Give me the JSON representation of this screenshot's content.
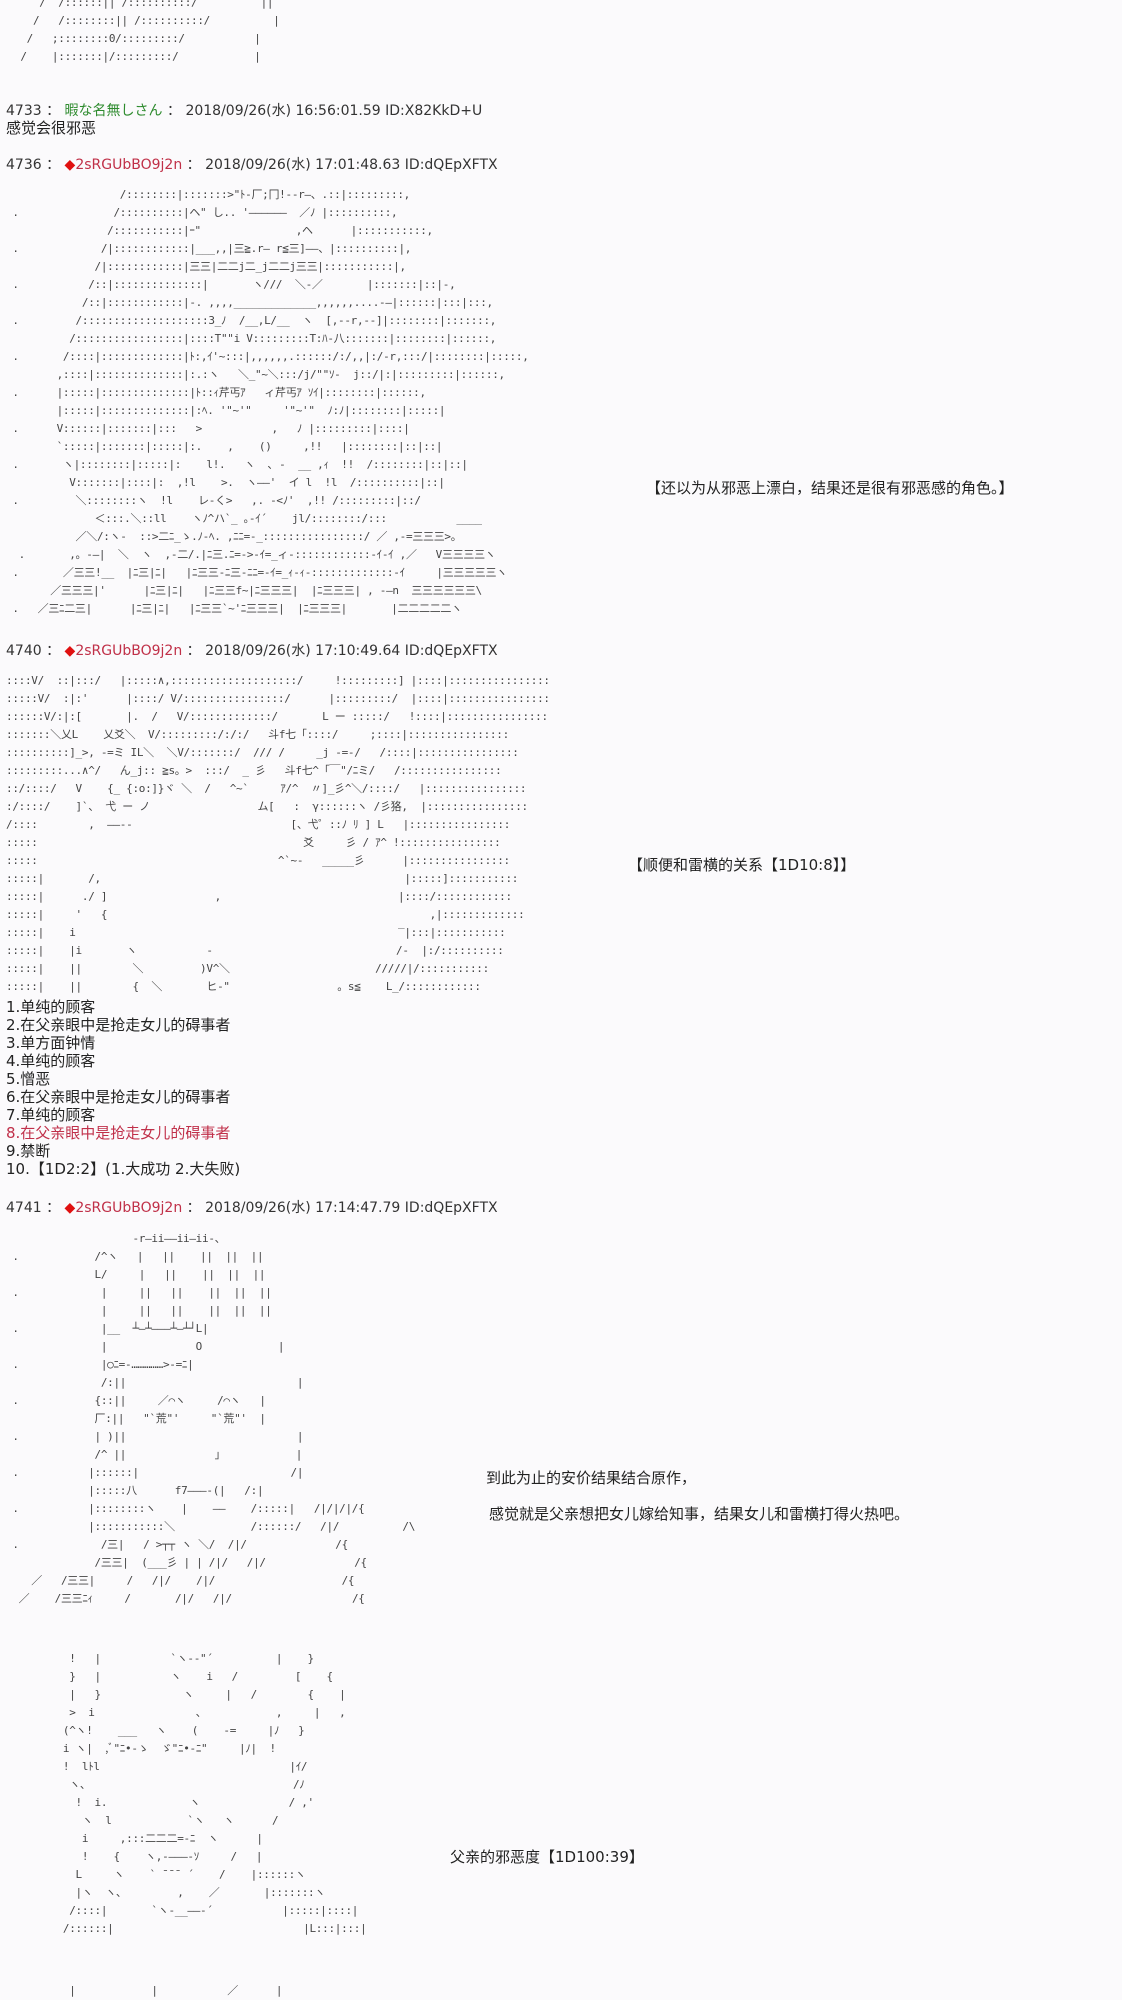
{
  "posts": [
    {
      "number": "4733",
      "sep": " ： ",
      "name": "暇な名無しさん",
      "datetime": "2018/09/26(水) 16:56:01.59",
      "id": "ID:X82KkD+U",
      "text": "感觉会很邪恶"
    },
    {
      "number": "4736",
      "sep": " ： ",
      "trip_icon": "◆",
      "name": "2sRGUbBO9j2n",
      "datetime": "2018/09/26(水) 17:01:48.63",
      "id": "ID:dQEpXFTX",
      "caption": "【还以为从邪恶上漂白，结果还是很有邪恶感的角色。】"
    },
    {
      "number": "4740",
      "sep": " ： ",
      "trip_icon": "◆",
      "name": "2sRGUbBO9j2n",
      "datetime": "2018/09/26(水) 17:10:49.64",
      "id": "ID:dQEpXFTX",
      "caption": "【顺便和雷横的关系【1D10:8】】",
      "list": [
        "1.单纯的顾客",
        "2.在父亲眼中是抢走女儿的碍事者",
        "3.单方面钟情",
        "4.单纯的顾客",
        "5.憎恶",
        "6.在父亲眼中是抢走女儿的碍事者",
        "7.单纯的顾客",
        "8.在父亲眼中是抢走女儿的碍事者",
        "9.禁断",
        "10.【1D2:2】(1.大成功  2.大失败)"
      ],
      "highlight_color": "#c0304a"
    },
    {
      "number": "4741",
      "sep": " ： ",
      "trip_icon": "◆",
      "name": "2sRGUbBO9j2n",
      "datetime": "2018/09/26(水) 17:14:47.79",
      "id": "ID:dQEpXFTX",
      "caption1": "到此为止的安价结果结合原作，",
      "caption2": "感觉就是父亲想把女儿嫁给知事，结果女儿和雷横打得火热吧。",
      "caption3": "父亲的邪恶度【1D100:39】"
    }
  ],
  "aa": {
    "top": "    /  /::::::|| /::::::::::/          ||\n   /   /::::::::|| /::::::::::/          |\n  /   ;::::::::0/:::::::::/           |\n /    |:::::::|/:::::::::/            |",
    "a1": "                  /::::::::|:::::::>\"ﾄ-厂;冂!--r―、.::|:::::::::,\n .               /::::::::::|ヘ\" し.. '――――――  ／ﾉ |::::::::::,\n                /:::::::::::|ｰ\"               ,ヘ      |:::::::::::,\n .             /|::::::::::::|___,,|三≧.r― r≦三]――、|::::::::::|,\n              /|::::::::::::|三三|二二j二_j二二j三三|:::::::::::|,\n .           /::|::::::::::::::|       ヽ///  ＼-／       |:::::::|::|-,\n            /::|::::::::::::|-. ,,,,_____________,,,,,,....-―|::::::|:::|:::,\n .         /::::::::::::::::::::3_ﾉ  /__,L/__  ヽ  [,-‐r,--]|::::::::|:::::::,\n          /:::::::::::::::::|::::T\"\"i V:::::::::T:ﾊ-八:::::::|::::::::|::::::,\n .       /::::|:::::::::::::|ﾄ:,ｲ'~:::|,,,,,,.::::::/:/,,|:/-r,:::/|::::::::|:::::,\n        ,::::|::::::::::::::|:.:ヽ   ＼_\"~＼:::/j/\"\"ｿ-  j::/|:|:::::::::|::::::,\n .      |:::::|::::::::::::::|ﾄ::ｨ芹丐ｱ   ィ芹丐ｱ ｿｲ|::::::::|::::::,\n        |:::::|::::::::::::::|:ﾍ. '\"~'\"     '\"~'\"  ﾉ:ﾉ|::::::::|:::::|\n .      V::::::|:::::::|:::   >           ,   ﾉ |:::::::::|::::|\n        `:::::|:::::::|:::::|:.    ,    ()     ,!!   |::::::::|::|::|\n .       ヽ|::::::::|:::::|:    l!.   ヽ  ､ -  __ ,ｨ  !!  /::::::::|::|::|\n          V:::::::|::::|:  ,!l    >.  ヽ――'  イ l  !l  /::::::::::|::|\n .         ＼::::::::ヽ  !l    レ-く>   ,. -<ﾉ'  ,!! /:::::::::|::/\n              ＜:::.＼::ll    ヽﾉ^ハ`_ ｡-ｲ´    jl/::::::::/:::           ____\n           ／＼/:ヽ-  ::>二ﾆ_ゝ.ﾉ-ﾍ. ,ﾆﾆ=-_::::::::::::::::/ ／ ,-=三三三>。\n  .       ,。-―|  ＼  ヽ  ,-二/.|ﾆ三.ﾆ=->-ｲ=_ィ-::::::::::::-ｲ-ｲ ,／   V三三三三ヽ\n .       ／三三!__  |ﾆ三|ﾆ|   |ﾆ三三-ﾆ三-ﾆﾆ=-ｲ=_ｨ-ｨ-:::::::::::::-ｲ     |三三三三三ヽ\n       ／三三三|'      |ﾆ三|ﾆ|   |ﾆ三三f~|ﾆ三三三|  |ﾆ三三三| , -―n  三三三三三三\\\n .   ／三ﾆ二三|      |ﾆ三|ﾆ|   |ﾆ三三`~'ﾆ三三三|  |ﾆ三三三|       |二二二二二ヽ",
    "a2": "::::V/  ::|:::/   |:::::∧,::::::::::::::::::::/     !:::::::::] |::::|::::::::::::::::\n:::::V/  :|:'      |::::/ V/::::::::::::::::/      |:::::::::/  |::::|::::::::::::::::\n::::::V/:|:[       |.  /   V/:::::::::::::/       L ー :::::/   !::::|::::::::::::::::\n:::::::＼乂L    乂爻＼  V/:::::::::/:/:/   斗f七「::::/     ;::::|::::::::::::::::\n::::::::::]_>, -=ミ IL＼  ＼V/:::::::/  /// /     _j -=-/   /::::|::::::::::::::::\n:::::::::...∧^/   ん_j:: ≧s。>  :::/  _ 彡   斗f七^「￣\"/ﾆミ/   /::::::::::::::::\n::/::::/   V    {_ {:o:]}ヾ ＼  /   ^~`     ｱ/^  〃]_彡^＼/::::/   |::::::::::::::::\n:/::::/    ]`、 弋 ー ノ                 ム[   :  γ::::::ヽ /彡狢,  |::::::::::::::::\n/::::        ,  ――--                         [、弋゜::ﾉ ﾘ ] L   |::::::::::::::::\n:::::                                          爻     彡 / ｱ^ !::::::::::::::::\n:::::                                      ^`~-   _____彡      |::::::::::::::::\n:::::|       /,                                                |:::::]:::::::::::\n:::::|      ./ ]                 ,                            |::::/::::::::::::\n:::::|     '   {                                                   ,|:::::::::::::\n:::::|    i                                                   ‾|:::|:::::::::::\n:::::|    |i       ヽ           -                             /-  |:/::::::::::\n:::::|    ||        ＼         )V^＼                       /////|/:::::::::::\n:::::|    ||        {  ＼       ヒ‐\"                 。s≦    L_/::::::::::::",
    "a3": "                    -r―ii――ii―ii-、\n .            /^ヽ   |   ||    ||  ||  ||\n              L/     |   ||    ||  ||  ||\n .             |     ||   ||    ||  ||  ||\n               |     ||   ||    ||  ||  ||\n .             |__  ┴―┴―――┴―┴┘L|\n               |              O            |\n .             |○ﾆ=-……………>-=ﾆ|\n               /:||                           |\n .            {::||     ／⌒ヽ     /⌒ヽ   |\n              厂:||   \"`荒\"'     \"`荒\"'  |\n .            | )||                           |\n              /^ ||              ｣            |\n .           |::::::|                        /|\n             |:::::八      f7―――-(|   /:|\n .           |::::::::ヽ    |    ――    /:::::|   /|/|/|/{\n             |:::::::::::＼            /::::::/   /|/          /\\\n .             /三|   / >┬┬ ヽ ＼/  /|/              /{\n              /三三|  (___彡 | | /|/   /|/              /{\n    ／   /三三|     /   /|/    /|/                    /{\n  ／    /三三ﾆｨ     /       /|/   /|/                   /{",
    "a4": "          !   |           `ヽ--\"´          |    }\n          }   |           ヽ    i   /         [    {\n          |   }             ヽ     |   /        {    |\n          >  i                、           ,     |   ,\n         (^ヽ!    ___   ヽ    (    -=     |ﾉ   }\n         i ヽ|  ,ﾞ\"ﾆ•-ゝ  ゞ\"ﾆ•-ﾆ\"     |ﾉ|  !\n         !  lﾄl                              |ｲ/\n          ヽ、                                /ﾉ\n           !  i.             ヽ              / ,'\n            ヽ  l            `ヽ   ヽ      /\n            i     ,:::二二二=-ﾆ  ヽ      |\n            !    {    ヽ,-―――-ｿ     /   |\n           L     ヽ    ` ¯¯¯ ´    /    |::::::ヽ\n           |ヽ  ヽ、        ,    ／       |:::::::ヽ\n          /::::|       `ヽ-__――-´           |:::::|::::|\n         /::::::|                              |L:::|:::|",
    "a5": "          |            |           ／      |"
  }
}
